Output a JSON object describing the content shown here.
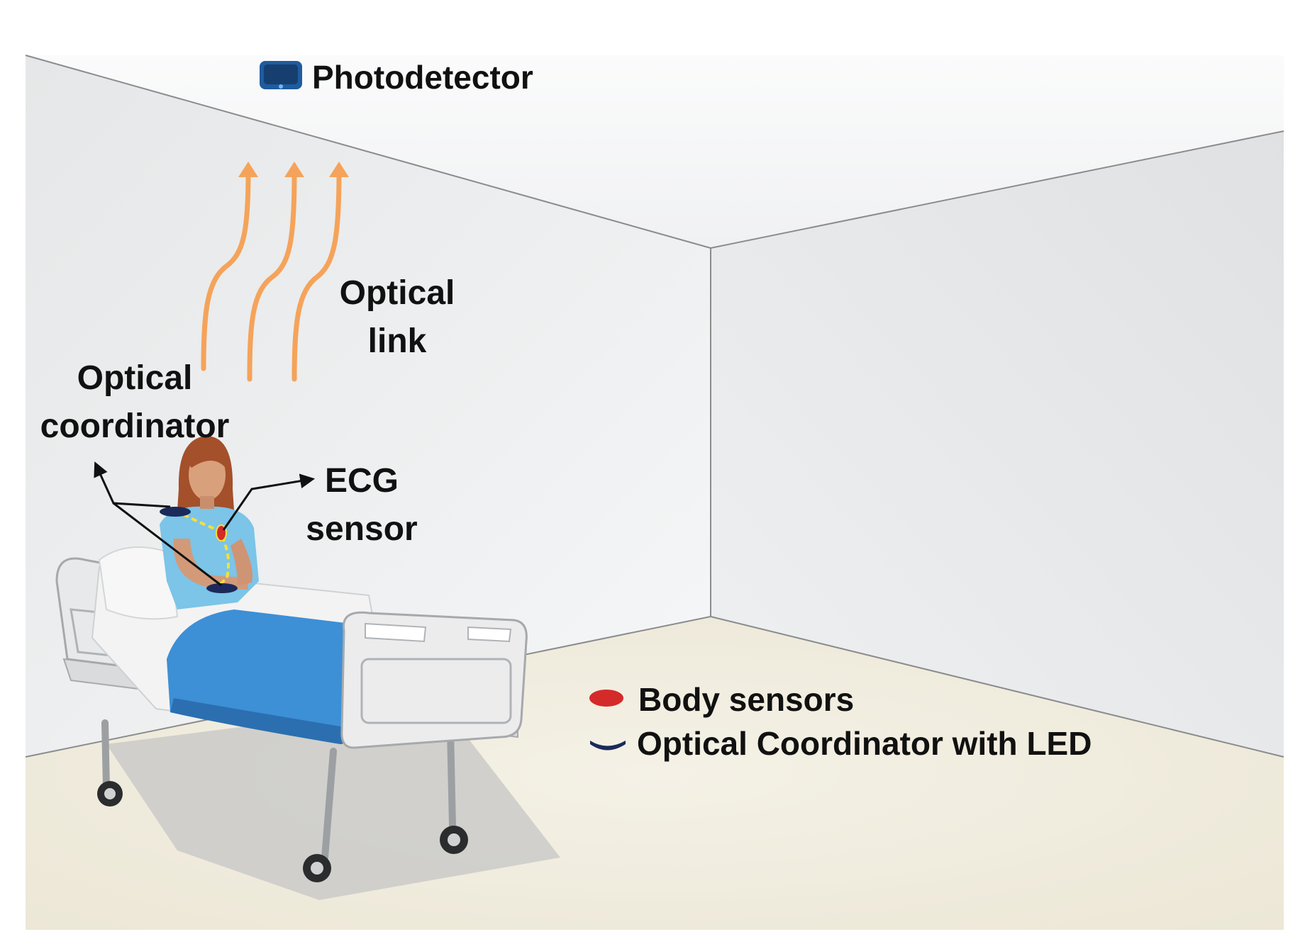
{
  "labels": {
    "photodetector": "Photodetector",
    "optical_link": [
      "Optical",
      "link"
    ],
    "optical_coordinator": [
      "Optical",
      "coordinator"
    ],
    "ecg_sensor": [
      "ECG",
      "sensor"
    ]
  },
  "legend": {
    "items": [
      {
        "label": "Body sensors",
        "icon": "red-oval-icon",
        "color": "#d42a2a"
      },
      {
        "label": "Optical Coordinator with LED",
        "icon": "navy-arc-icon",
        "color": "#1b2a5a"
      }
    ]
  },
  "colors": {
    "optical_link_arrows": "#f5a35a",
    "photodetector": "#1f5c9e",
    "blanket": "#3d8fd6",
    "gown": "#7cc4e8",
    "hair": "#a4502a",
    "floor": "#f1ede0"
  }
}
